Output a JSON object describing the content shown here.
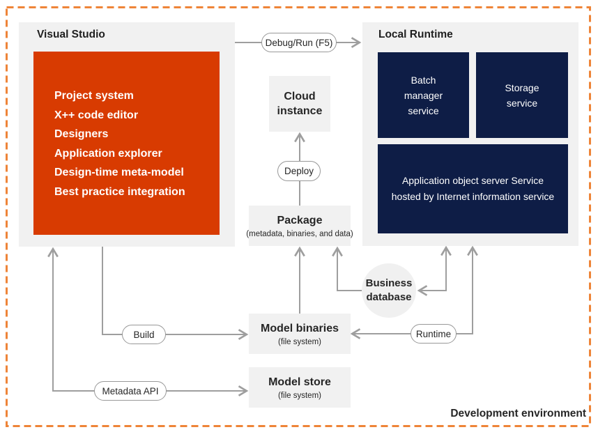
{
  "colors": {
    "accent_orange": "#D83B01",
    "navy": "#0E1D46",
    "panel_gray": "#F1F1F1",
    "border_orange": "#EE8438",
    "arrow_gray": "#9E9E9E"
  },
  "visual_studio": {
    "title": "Visual Studio",
    "features": [
      "Project system",
      "X++ code editor",
      "Designers",
      "Application explorer",
      "Design-time meta-model",
      "Best practice integration"
    ]
  },
  "local_runtime": {
    "title": "Local Runtime",
    "batch_service": "Batch manager service",
    "storage_service": "Storage service",
    "aos_service": "Application object server Service hosted by Internet information service"
  },
  "cloud_instance": {
    "label": "Cloud instance"
  },
  "package": {
    "title": "Package",
    "subtitle": "(metadata, binaries, and data)"
  },
  "model_binaries": {
    "title": "Model binaries",
    "subtitle": "(file system)"
  },
  "model_store": {
    "title": "Model store",
    "subtitle": "(file system)"
  },
  "business_database": {
    "label": "Business database"
  },
  "pills": {
    "debug_run": "Debug/Run (F5)",
    "deploy": "Deploy",
    "build": "Build",
    "metadata_api": "Metadata API",
    "runtime": "Runtime"
  },
  "footer": {
    "label": "Development environment"
  }
}
